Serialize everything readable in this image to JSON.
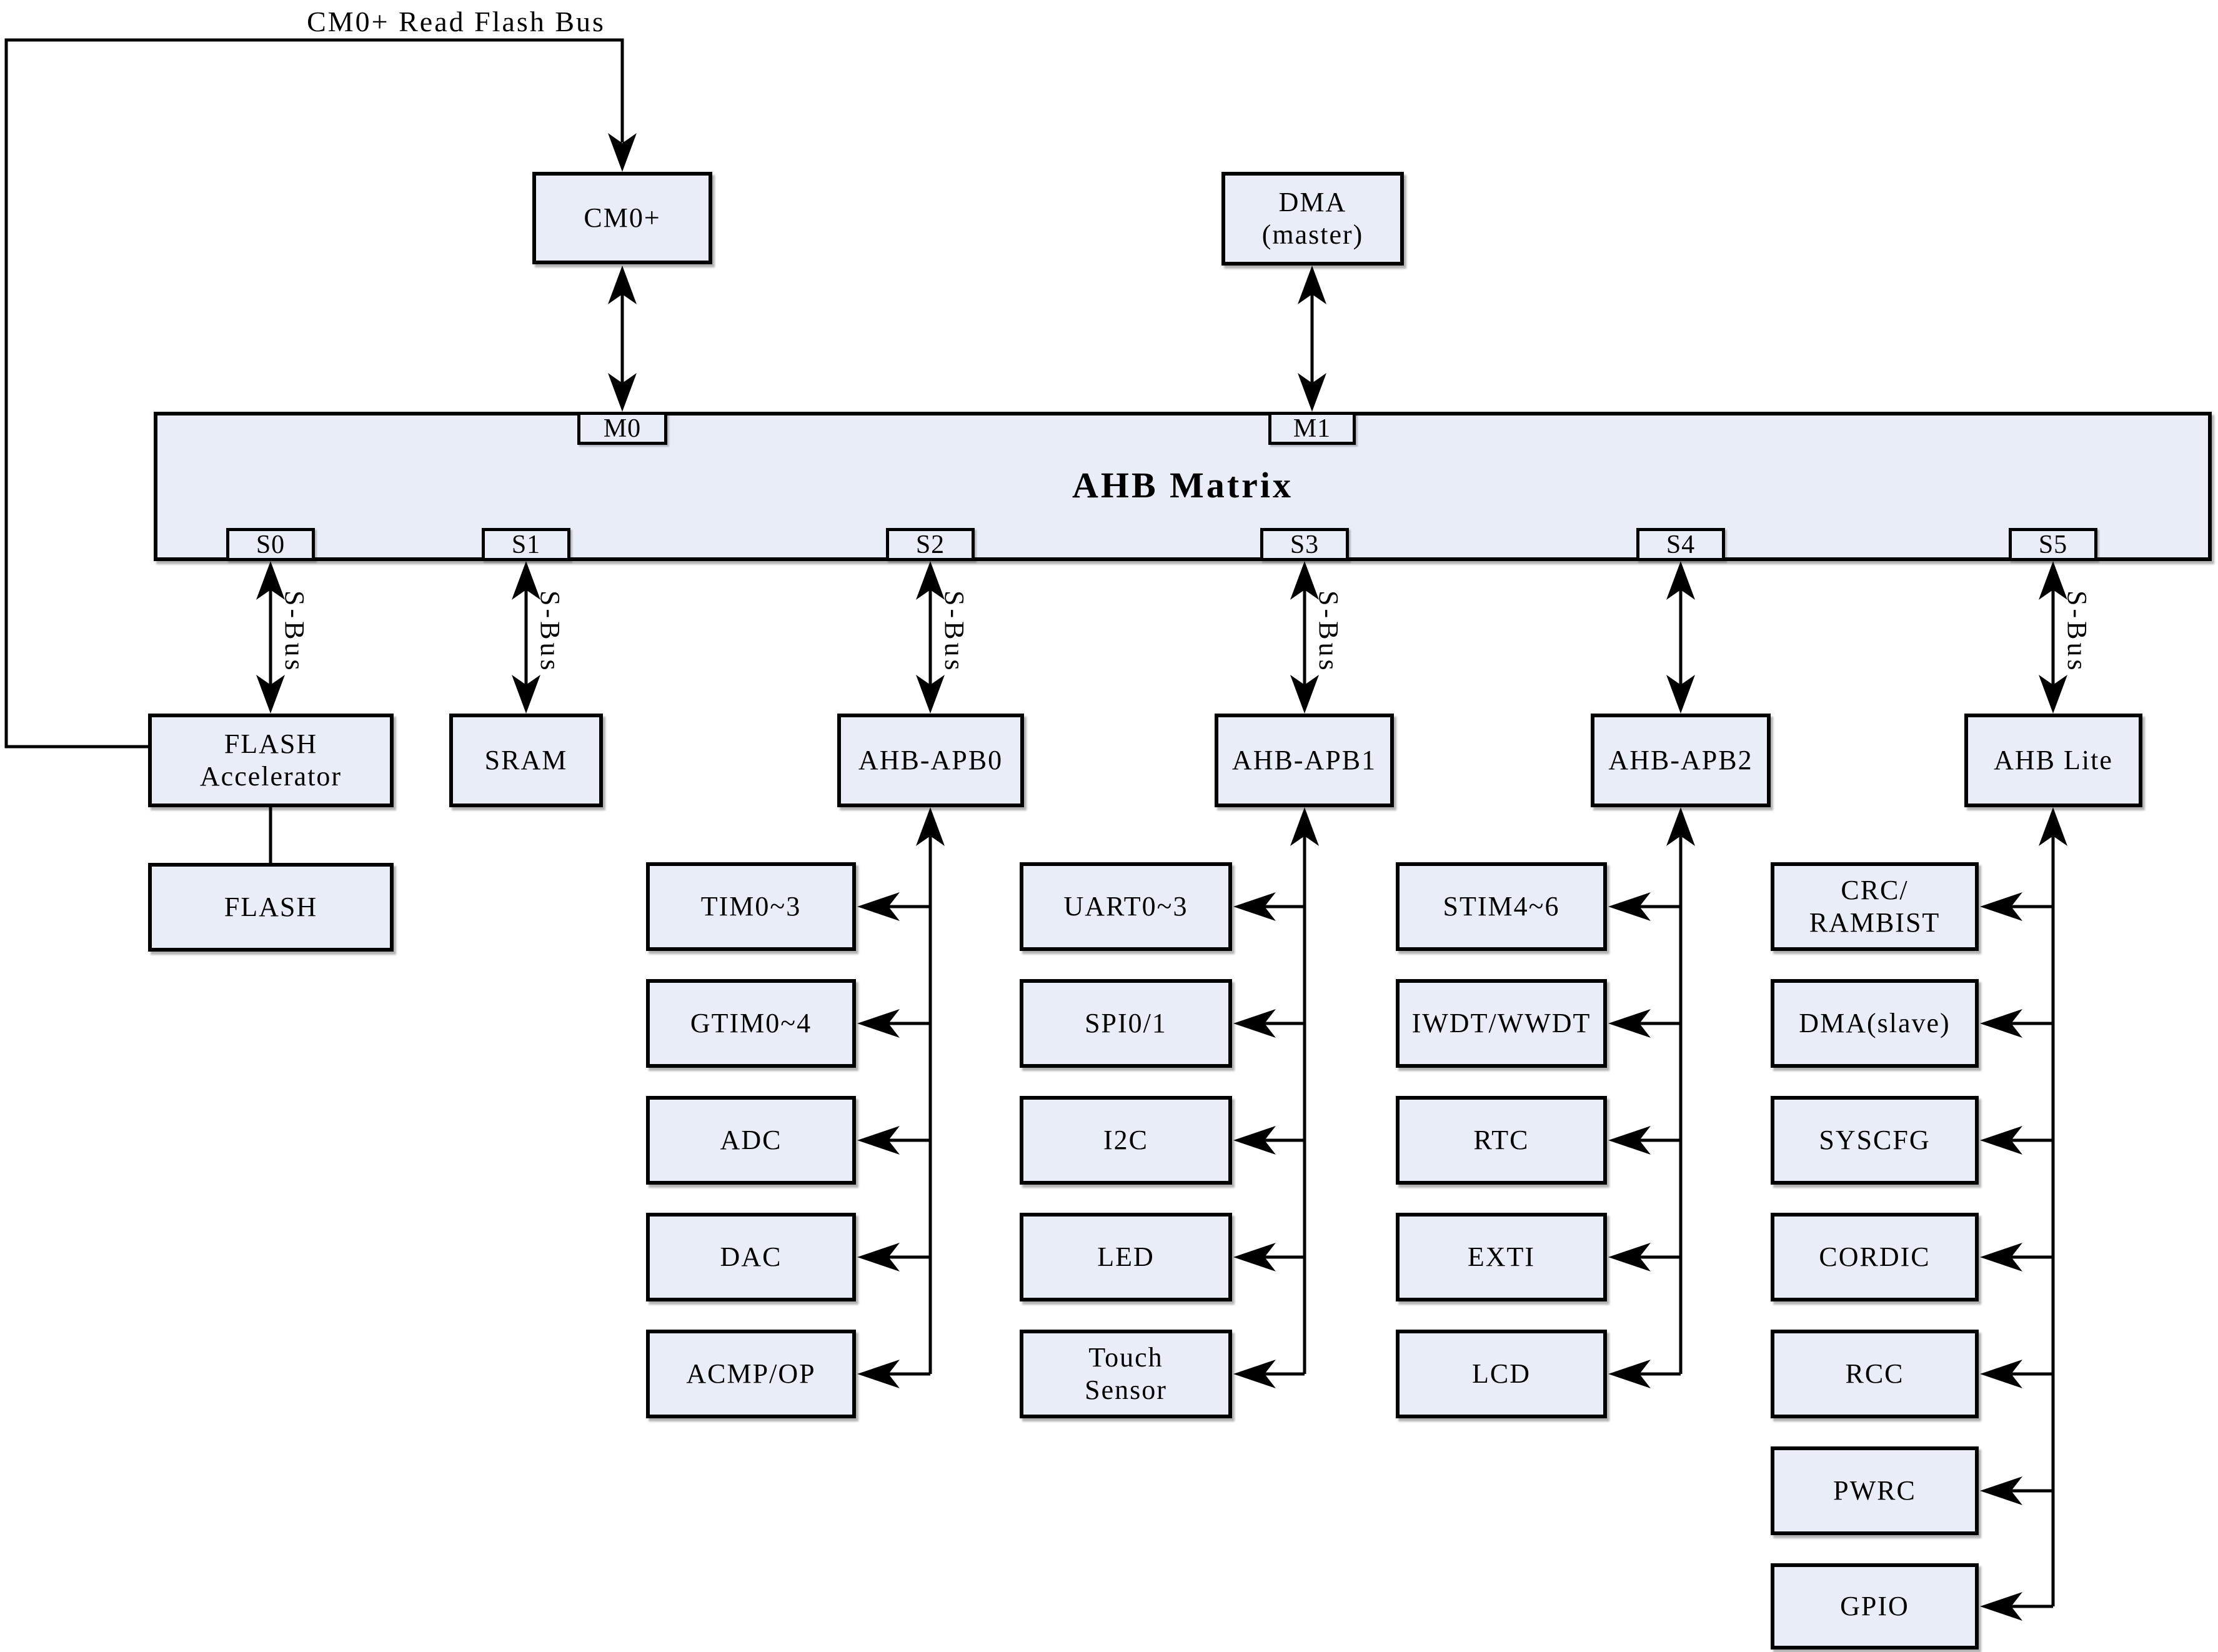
{
  "colors": {
    "box_fill": "#E8EDF7",
    "line": "#000000"
  },
  "top_bus_label": "CM0+ Read Flash Bus",
  "masters": {
    "cm0": "CM0+",
    "dma": "DMA\n(master)"
  },
  "matrix": {
    "title": "AHB Matrix",
    "ports": {
      "m0": "M0",
      "m1": "M1",
      "s0": "S0",
      "s1": "S1",
      "s2": "S2",
      "s3": "S3",
      "s4": "S4",
      "s5": "S5"
    }
  },
  "sbus_label": "S-Bus",
  "slaves": {
    "flash_accelerator": "FLASH\nAccelerator",
    "sram": "SRAM",
    "apb0": "AHB-APB0",
    "apb1": "AHB-APB1",
    "apb2": "AHB-APB2",
    "ahb_lite": "AHB Lite",
    "flash": "FLASH"
  },
  "peripherals": {
    "apb0": [
      "TIM0~3",
      "GTIM0~4",
      "ADC",
      "DAC",
      "ACMP/OP"
    ],
    "apb1": [
      "UART0~3",
      "SPI0/1",
      "I2C",
      "LED",
      "Touch\nSensor"
    ],
    "apb2": [
      "STIM4~6",
      "IWDT/WWDT",
      "RTC",
      "EXTI",
      "LCD"
    ],
    "ahb_lite": [
      "CRC/\nRAMBIST",
      "DMA(slave)",
      "SYSCFG",
      "CORDIC",
      "RCC",
      "PWRC",
      "GPIO"
    ]
  }
}
